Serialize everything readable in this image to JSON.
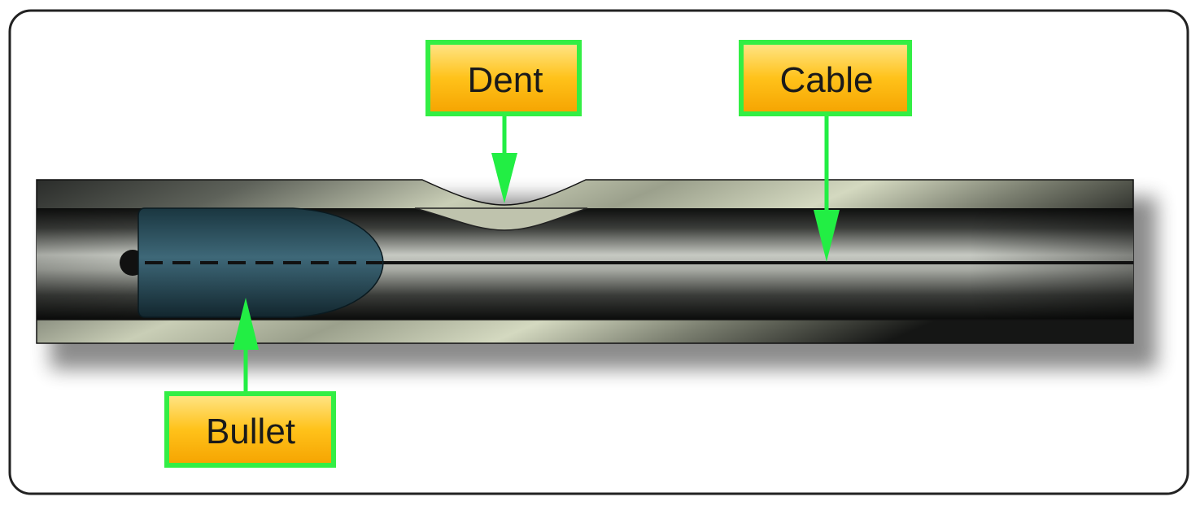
{
  "labels": {
    "dent": "Dent",
    "cable": "Cable",
    "bullet": "Bullet"
  },
  "colors": {
    "label_border": "#33ee44",
    "label_fill_top": "#ffe27a",
    "label_fill_bottom": "#f7a800",
    "arrow": "#22ee44",
    "frame_border": "#222222",
    "bullet_body": "#2c5464"
  }
}
